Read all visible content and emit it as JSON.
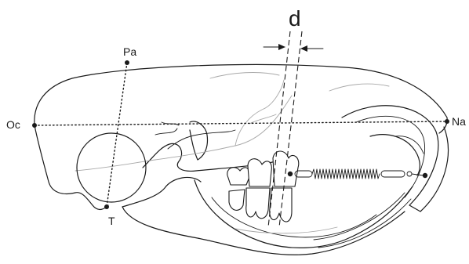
{
  "labels": {
    "measurement": "d",
    "parietal": "Pa",
    "occipital": "Oc",
    "nasal": "Na",
    "tympanic": "T"
  }
}
